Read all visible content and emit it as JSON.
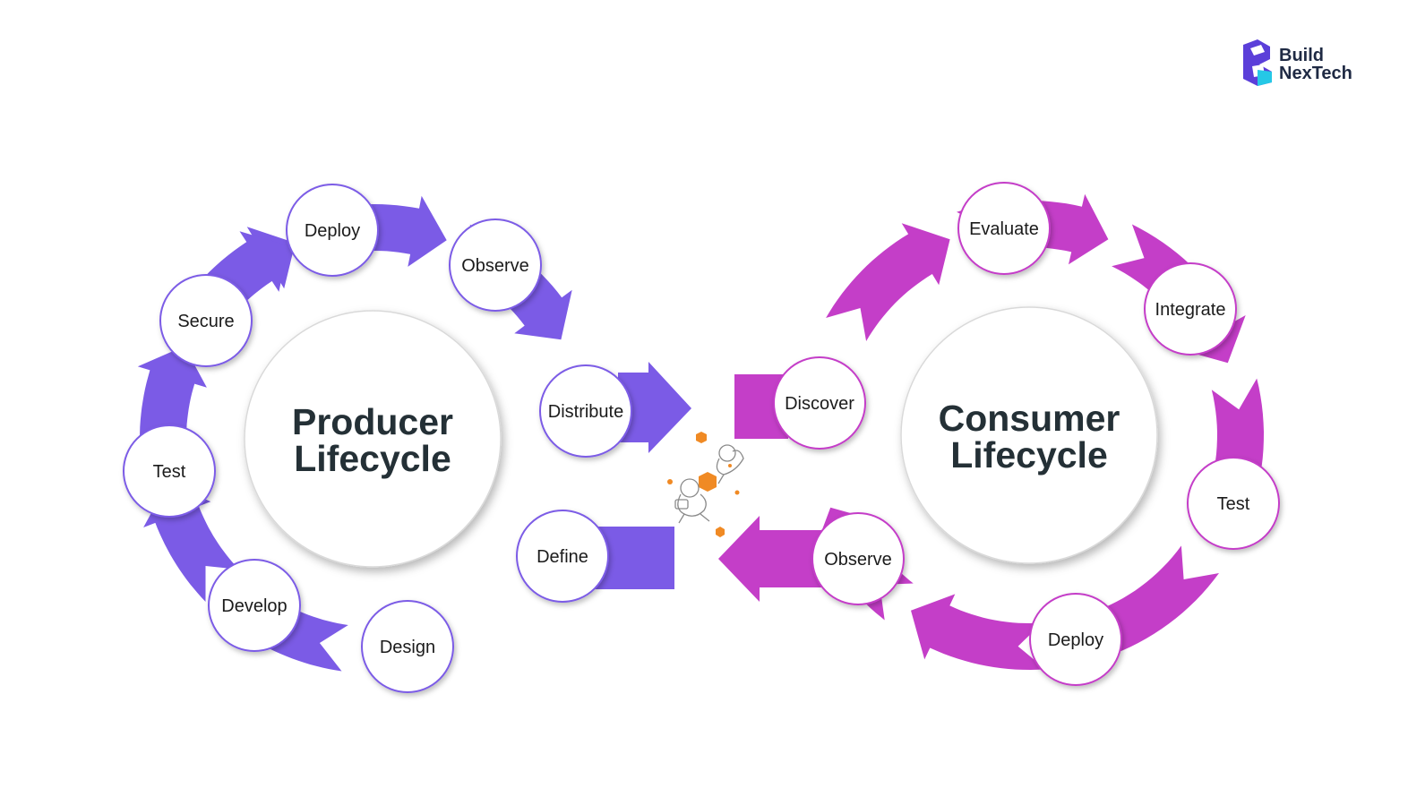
{
  "brand": {
    "line1": "Build",
    "line2": "NexTech",
    "logo_icon": "build-nextech-logo"
  },
  "colors": {
    "producer": "#7b5be6",
    "consumer": "#c43ec8",
    "node_fill": "#ffffff",
    "text": "#1b1b1b",
    "title": "#243036",
    "accent_orange": "#f08a24"
  },
  "producer": {
    "title_line1": "Producer",
    "title_line2": "Lifecycle",
    "stages": [
      "Deploy",
      "Observe",
      "Distribute",
      "Define",
      "Design",
      "Develop",
      "Test",
      "Secure"
    ]
  },
  "consumer": {
    "title_line1": "Consumer",
    "title_line2": "Lifecycle",
    "stages": [
      "Evaluate",
      "Integrate",
      "Test",
      "Deploy",
      "Observe",
      "Discover"
    ]
  },
  "center_illustration": "astronauts-with-hexagons-icon"
}
